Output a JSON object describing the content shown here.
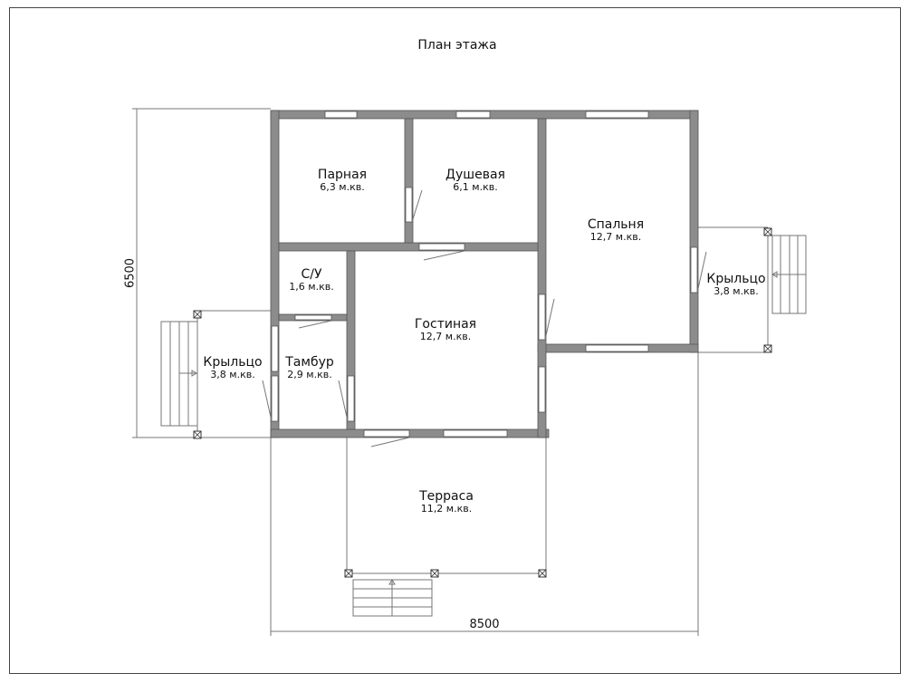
{
  "title": "План этажа",
  "dimensions": {
    "width": "8500",
    "height": "6500"
  },
  "rooms": [
    {
      "name": "Парная",
      "area": "6,3 м.кв."
    },
    {
      "name": "Душевая",
      "area": "6,1 м.кв."
    },
    {
      "name": "Спальня",
      "area": "12,7 м.кв."
    },
    {
      "name": "С/У",
      "area": "1,6 м.кв."
    },
    {
      "name": "Гостиная",
      "area": "12,7 м.кв."
    },
    {
      "name": "Тамбур",
      "area": "2,9 м.кв."
    },
    {
      "name": "Крыльцо",
      "area": "3,8 м.кв."
    },
    {
      "name": "Крыльцо",
      "area": "3,8 м.кв."
    },
    {
      "name": "Терраса",
      "area": "11,2 м.кв."
    }
  ],
  "colors": {
    "wall": "#8c8c8c",
    "line": "#777777"
  }
}
